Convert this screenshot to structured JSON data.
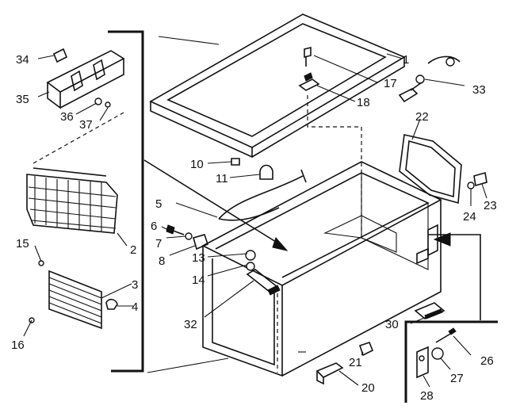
{
  "diagram": {
    "callouts": [
      {
        "label": "1"
      },
      {
        "label": "2"
      },
      {
        "label": "3"
      },
      {
        "label": "4"
      },
      {
        "label": "5"
      },
      {
        "label": "6"
      },
      {
        "label": "7"
      },
      {
        "label": "8"
      },
      {
        "label": "10"
      },
      {
        "label": "11"
      },
      {
        "label": "13"
      },
      {
        "label": "14"
      },
      {
        "label": "15"
      },
      {
        "label": "16"
      },
      {
        "label": "17"
      },
      {
        "label": "18"
      },
      {
        "label": "20"
      },
      {
        "label": "21"
      },
      {
        "label": "22"
      },
      {
        "label": "23"
      },
      {
        "label": "24"
      },
      {
        "label": "26"
      },
      {
        "label": "27"
      },
      {
        "label": "28"
      },
      {
        "label": "30"
      },
      {
        "label": "32"
      },
      {
        "label": "33"
      },
      {
        "label": "34"
      },
      {
        "label": "35"
      },
      {
        "label": "36"
      },
      {
        "label": "37"
      }
    ]
  }
}
